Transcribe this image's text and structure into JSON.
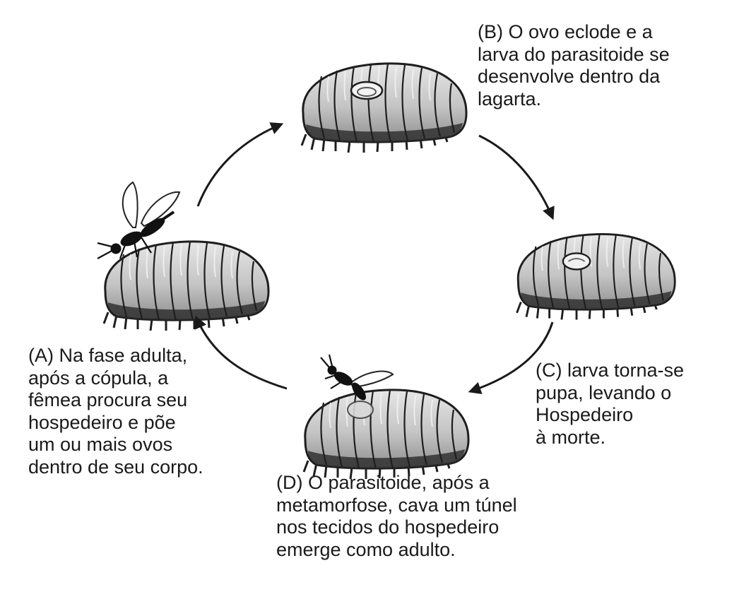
{
  "stages": {
    "a": {
      "lines": [
        "(A) Na fase adulta,",
        "após a cópula, a",
        "fêmea procura seu",
        "hospedeiro e põe",
        "um ou mais ovos",
        "dentro de seu corpo."
      ]
    },
    "b": {
      "lines": [
        "(B) O ovo eclode e a",
        "larva do parasitoide se",
        "desenvolve dentro da",
        "lagarta."
      ]
    },
    "c": {
      "lines": [
        "(C) larva torna-se",
        "pupa, levando o",
        "Hospedeiro",
        "à morte."
      ]
    },
    "d": {
      "lines": [
        "(D) O parasitoide, após a",
        "metamorfose, cava um túnel",
        "nos tecidos do hospedeiro",
        "emerge como adulto."
      ]
    }
  },
  "colors": {
    "caterpillar_fill": "#c8c8c8",
    "caterpillar_shade": "#8a8a8a",
    "outline": "#1e1e1e",
    "arrow": "#1a1a1a",
    "text": "#1a1a1a"
  }
}
